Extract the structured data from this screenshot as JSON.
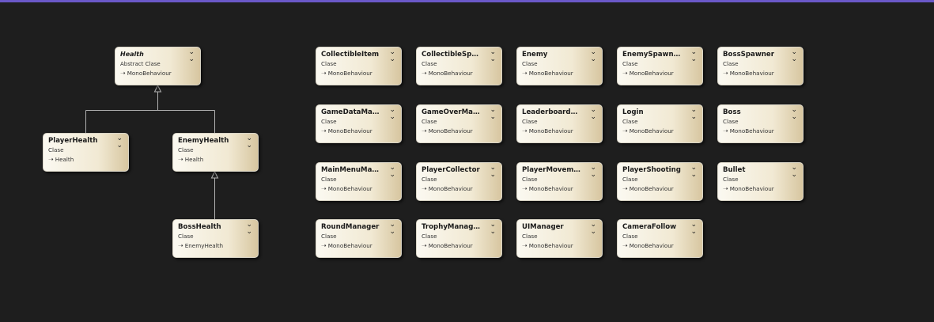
{
  "colors": {
    "background": "#1e1e1e",
    "top_border": "#6a58c8",
    "connector": "#b0b0b0"
  },
  "collapse_icon": "chevron-double-down-icon",
  "inheritance_icon": "hollow-triangle-arrow-icon",
  "hierarchy": [
    {
      "id": "health",
      "name": "Health",
      "kind": "Abstract Clase",
      "base": "MonoBehaviour",
      "abstract": true
    },
    {
      "id": "player-health",
      "name": "PlayerHealth",
      "kind": "Clase",
      "base": "Health"
    },
    {
      "id": "enemy-health",
      "name": "EnemyHealth",
      "kind": "Clase",
      "base": "Health"
    },
    {
      "id": "boss-health",
      "name": "BossHealth",
      "kind": "Clase",
      "base": "EnemyHealth"
    }
  ],
  "classes": [
    {
      "name": "CollectibleItem",
      "kind": "Clase",
      "base": "MonoBehaviour"
    },
    {
      "name": "CollectibleSpawner",
      "kind": "Clase",
      "base": "MonoBehaviour"
    },
    {
      "name": "Enemy",
      "kind": "Clase",
      "base": "MonoBehaviour"
    },
    {
      "name": "EnemySpawner",
      "kind": "Clase",
      "base": "MonoBehaviour"
    },
    {
      "name": "BossSpawner",
      "kind": "Clase",
      "base": "MonoBehaviour"
    },
    {
      "name": "GameDataManager",
      "kind": "Clase",
      "base": "MonoBehaviour"
    },
    {
      "name": "GameOverManager",
      "kind": "Clase",
      "base": "MonoBehaviour"
    },
    {
      "name": "LeaderboardManager",
      "kind": "Clase",
      "base": "MonoBehaviour"
    },
    {
      "name": "Login",
      "kind": "Clase",
      "base": "MonoBehaviour"
    },
    {
      "name": "Boss",
      "kind": "Clase",
      "base": "MonoBehaviour"
    },
    {
      "name": "MainMenuManager",
      "kind": "Clase",
      "base": "MonoBehaviour"
    },
    {
      "name": "PlayerCollector",
      "kind": "Clase",
      "base": "MonoBehaviour"
    },
    {
      "name": "PlayerMovement",
      "kind": "Clase",
      "base": "MonoBehaviour"
    },
    {
      "name": "PlayerShooting",
      "kind": "Clase",
      "base": "MonoBehaviour"
    },
    {
      "name": "Bullet",
      "kind": "Clase",
      "base": "MonoBehaviour"
    },
    {
      "name": "RoundManager",
      "kind": "Clase",
      "base": "MonoBehaviour"
    },
    {
      "name": "TrophyManager",
      "kind": "Clase",
      "base": "MonoBehaviour"
    },
    {
      "name": "UIManager",
      "kind": "Clase",
      "base": "MonoBehaviour"
    },
    {
      "name": "CameraFollow",
      "kind": "Clase",
      "base": "MonoBehaviour"
    }
  ]
}
